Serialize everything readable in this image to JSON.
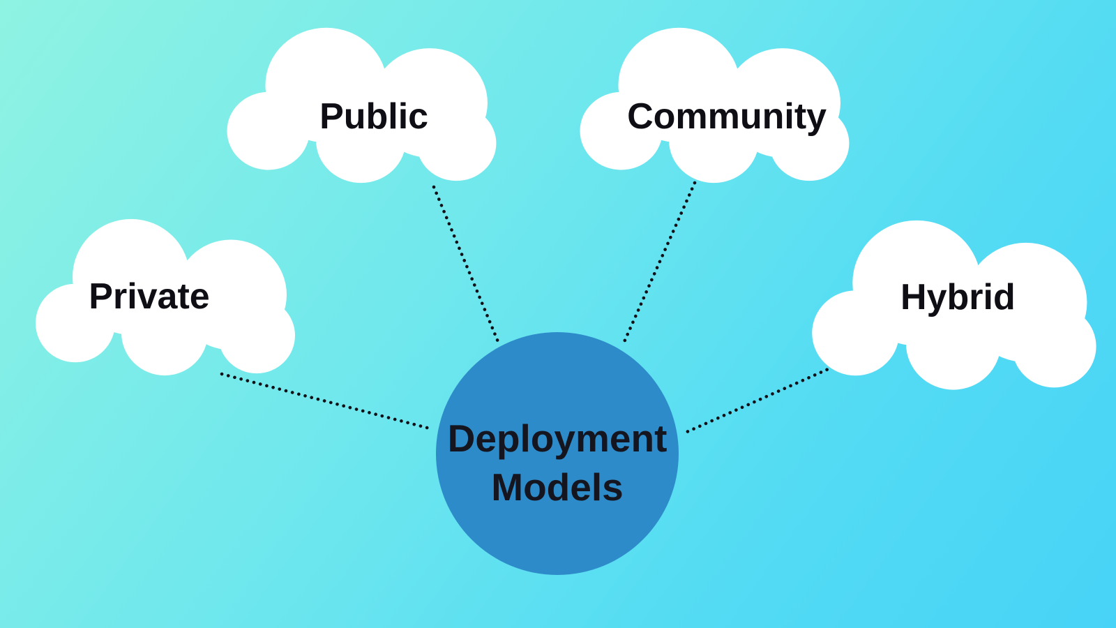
{
  "meta": {
    "title": "Cloud Deployment Models"
  },
  "center": {
    "lines": [
      "Deployment",
      "Models"
    ],
    "fill_color": "#2e8bc9",
    "text_color": "#15151f"
  },
  "clouds": [
    {
      "id": "private",
      "label": "Private"
    },
    {
      "id": "public",
      "label": "Public"
    },
    {
      "id": "community",
      "label": "Community"
    },
    {
      "id": "hybrid",
      "label": "Hybrid"
    }
  ],
  "connectors": [
    {
      "from": "private",
      "to": "deployment-models"
    },
    {
      "from": "public",
      "to": "deployment-models"
    },
    {
      "from": "community",
      "to": "deployment-models"
    },
    {
      "from": "hybrid",
      "to": "deployment-models"
    }
  ],
  "colors": {
    "background_top_left": "#8ff3e2",
    "background_bottom_right": "#47d3f7",
    "cloud_fill": "#ffffff",
    "connector": "#101016",
    "label_text": "#0e0e14"
  }
}
